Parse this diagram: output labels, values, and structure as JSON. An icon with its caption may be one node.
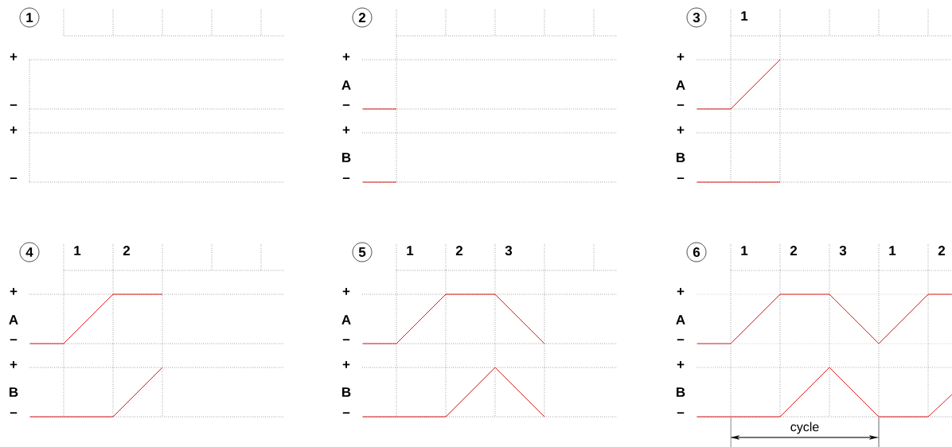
{
  "diagram": {
    "nodes": [
      {
        "text": [
          "1"
        ]
      },
      {
        "text": [
          "2"
        ]
      },
      {
        "text": [
          "3"
        ]
      },
      {
        "text": [
          "4"
        ]
      },
      {
        "text": [
          "5"
        ]
      },
      {
        "text": [
          "6"
        ]
      }
    ],
    "labels": [
      "+",
      "–",
      "+",
      "–",
      "+",
      "A",
      "–",
      "+",
      "B",
      "–",
      "1",
      "+",
      "A",
      "–",
      "+",
      "B",
      "–",
      "1",
      "2",
      "+",
      "A",
      "–",
      "+",
      "B",
      "–",
      "1",
      "2",
      "3",
      "+",
      "A",
      "–",
      "+",
      "B",
      "–",
      "1",
      "2",
      "3",
      "1",
      "2",
      "+",
      "A",
      "–",
      "+",
      "B",
      "–",
      "cycle"
    ]
  }
}
